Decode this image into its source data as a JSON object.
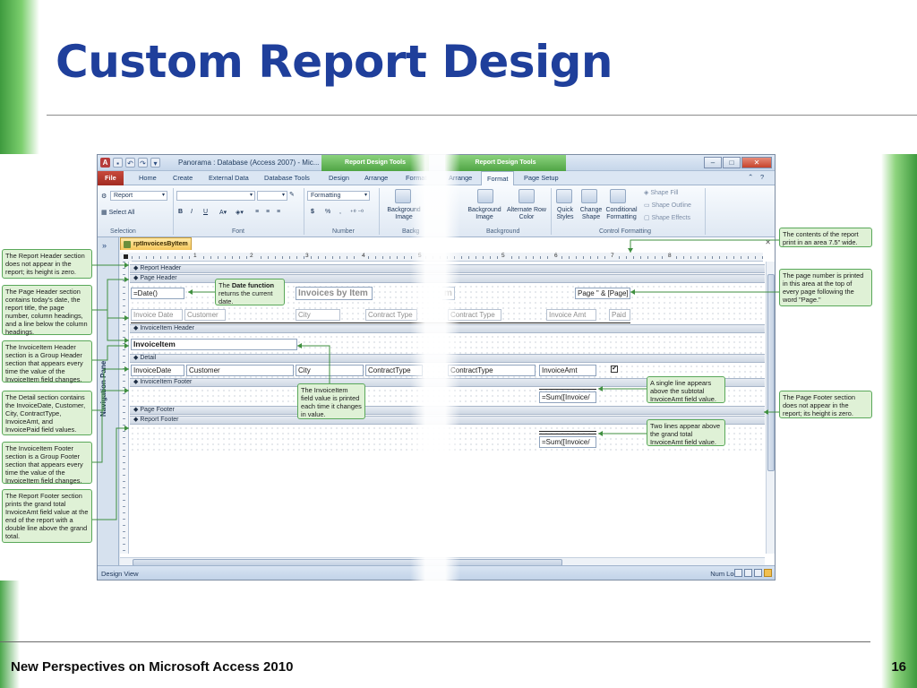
{
  "slide": {
    "title": "Custom Report Design",
    "footer": "New Perspectives on Microsoft Access 2010",
    "page_number": "16"
  },
  "window": {
    "title": "Panorama : Database (Access 2007) - Mic...",
    "context_tab_group": "Report Design Tools",
    "context_tab_group_2": "Report Design Tools",
    "control_labels": [
      "–",
      "□",
      "✕"
    ]
  },
  "tabs": [
    "File",
    "Home",
    "Create",
    "External Data",
    "Database Tools",
    "Design",
    "Arrange",
    "Format",
    "Arrange",
    "Format",
    "Page Setup"
  ],
  "ribbon": {
    "selection": {
      "combo": "Report",
      "select_all": "Select All",
      "label": "Selection"
    },
    "font": {
      "label": "Font",
      "bold": "B",
      "italic": "I",
      "underline": "U"
    },
    "number": {
      "combo": "Formatting",
      "currency": "$",
      "percent": "%",
      "comma": ",",
      "label": "Number"
    },
    "background_image_left": "Background Image",
    "background_left_label": "Backg",
    "background": {
      "background_image": "Background Image",
      "alternate_row_color": "Alternate Row Color",
      "label": "Background"
    },
    "control_formatting": {
      "quick_styles": "Quick Styles",
      "change_shape": "Change Shape",
      "conditional_formatting": "Conditional Formatting",
      "shape_fill": "Shape Fill",
      "shape_outline": "Shape Outline",
      "shape_effects": "Shape Effects",
      "label": "Control Formatting"
    }
  },
  "nav": {
    "label": "Navigation Pane",
    "chevron": "»"
  },
  "document": {
    "tab": "rptInvoicesByItem",
    "ruler_numbers": [
      "1",
      "2",
      "3",
      "4",
      "5",
      "5",
      "6",
      "7",
      "8"
    ],
    "sections": {
      "report_header": "Report Header",
      "page_header": "Page Header",
      "invoiceitem_header": "InvoiceItem Header",
      "detail": "Detail",
      "invoiceitem_footer": "InvoiceItem Footer",
      "page_footer": "Page Footer",
      "report_footer": "Report Footer"
    },
    "page_header_controls": {
      "date": "=Date()",
      "title_left": "Invoices by Item",
      "title_right": "m",
      "page": "Page \" & [Page]",
      "col_invoice_date": "Invoice Date",
      "col_customer": "Customer",
      "col_city": "City",
      "col_contract_type_left": "Contract Type",
      "col_contract_type_right": "Contract Type",
      "col_invoice_amt": "Invoice Amt",
      "col_paid": "Paid"
    },
    "group_header_control": "InvoiceItem",
    "detail_controls": {
      "invoice_date": "InvoiceDate",
      "customer": "Customer",
      "city": "City",
      "contract_type_left": "ContractType",
      "contract_type_right": "ContractType",
      "invoice_amt": "InvoiceAmt",
      "paid": "✔"
    },
    "group_footer_sum": "=Sum([Invoice/",
    "report_footer_sum": "=Sum([Invoice/"
  },
  "statusbar": {
    "left": "Design View",
    "right": "Num Lock"
  },
  "callouts": {
    "report_header": "The Report Header section does not appear in the report; its height is zero.",
    "page_header": "The Page Header section contains today's date, the report title, the page number, column headings, and a line below the column headings.",
    "invoiceitem_header": "The InvoiceItem Header section is a Group Header section that appears every time the value of the InvoiceItem field changes.",
    "detail": "The Detail section contains the InvoiceDate, Customer, City, ContractType, InvoiceAmt, and InvoicePaid field values.",
    "invoiceitem_footer": "The InvoiceItem Footer section is a Group Footer section that appears every time the value of the InvoiceItem field changes.",
    "report_footer": "The Report Footer section prints the grand total InvoiceAmt field value at the end of the report with a double line above the grand total.",
    "date_function_bold": "Date function",
    "date_function_pre": "The",
    "date_function_post": "returns the current date.",
    "invoiceitem_printed": "The InvoiceItem field value is printed each time it changes in value.",
    "single_line": "A single line appears above the subtotal InvoiceAmt field value.",
    "two_lines": "Two lines appear above the grand total InvoiceAmt field value.",
    "contents_area": "The contents of the report print in an area 7.5\" wide.",
    "page_number": "The page number is printed in this area at the top of every page following the word \"Page.\"",
    "page_footer": "The Page Footer section does not appear in the report; its height is zero."
  }
}
